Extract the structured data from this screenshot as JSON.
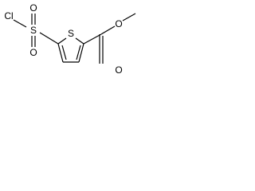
{
  "atoms": {
    "cl": "Cl",
    "s_sulfonyl": "S",
    "o_sulfonyl_top": "O",
    "o_sulfonyl_bottom": "O",
    "s_ring": "S",
    "o_ester": "O",
    "o_carbonyl": "O"
  },
  "colors": {
    "stroke": "#000000",
    "background": "#ffffff"
  }
}
